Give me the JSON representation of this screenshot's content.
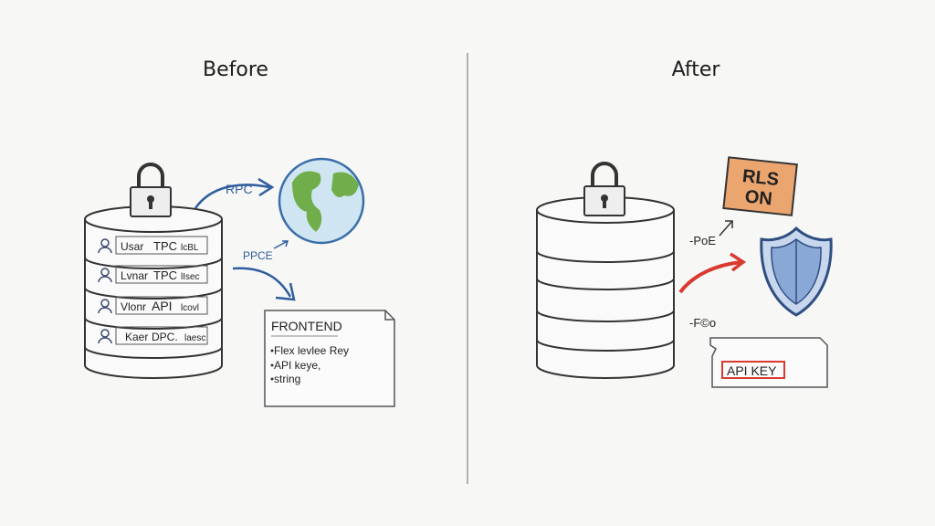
{
  "before": {
    "title": "Before",
    "rows": [
      {
        "c1": "Usar",
        "c2": "TPC",
        "c3": "lcBL"
      },
      {
        "c1": "Lvnar",
        "c2": "TPC",
        "c3": "lIsec"
      },
      {
        "c1": "Vlonr",
        "c2": "API",
        "c3": "lcovl"
      },
      {
        "c1": "Kaer",
        "c2": "DPC.",
        "c3": "laesc"
      }
    ],
    "arrow_top_label": "RPC",
    "arrow_mid_label": "PPCE",
    "frontend_note": {
      "heading": "FRONTEND",
      "items": [
        "Flex levlee Rey",
        "API keye,",
        "string"
      ]
    }
  },
  "after": {
    "title": "After",
    "sign": {
      "line1": "RLS",
      "line2": "ON"
    },
    "label_top": "-PoE",
    "label_bottom": "-F©o",
    "api_key_label": "API KEY"
  },
  "colors": {
    "accent_blue": "#2f5d9e",
    "orange": "#e8955a",
    "red": "#d93a30"
  }
}
